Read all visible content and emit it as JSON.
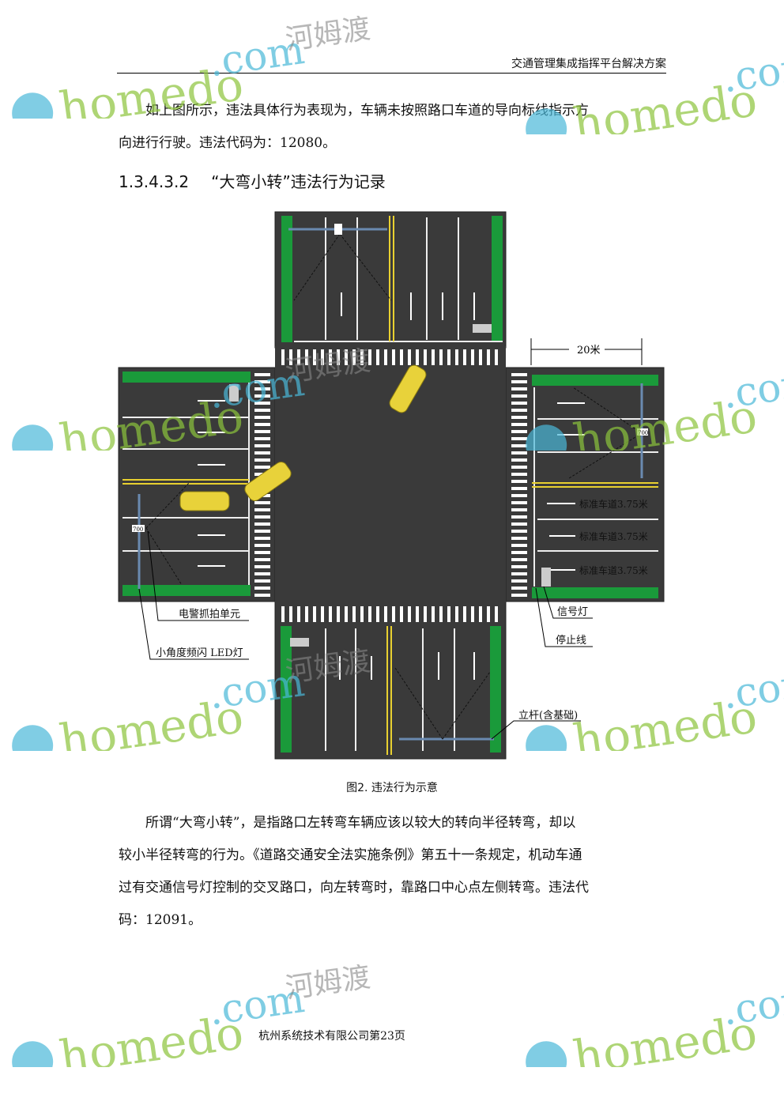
{
  "header": {
    "title": "交通管理集成指挥平台解决方案"
  },
  "para1": {
    "line1": "　　如上图所示，违法具体行为表现为，车辆未按照路口车道的导向标线指示方",
    "line2": "向进行行驶。违法代码为：12080。"
  },
  "section": {
    "number": "1.3.4.3.2",
    "title": "“大弯小转”违法行为记录"
  },
  "diagram": {
    "distance_label": "20米",
    "lane_labels": [
      "标准车道3.75米",
      "标准车道3.75米",
      "标准车道3.75米"
    ],
    "callouts": {
      "signal_light": "信号灯",
      "stop_line": "停止线",
      "camera_unit": "电警抓拍单元",
      "led_light": "小角度频闪 LED灯",
      "pole": "立杆(含基础)"
    },
    "sign_text": "700"
  },
  "caption": "图2. 违法行为示意",
  "para2": {
    "line1": "　　所谓“大弯小转”，是指路口左转弯车辆应该以较大的转向半径转弯，却以",
    "line2": "较小半径转弯的行为。《道路交通安全法实施条例》第五十一条规定，机动车通",
    "line3": "过有交通信号灯控制的交叉路口，向左转弯时，靠路口中心点左侧转弯。违法代",
    "line4": "码：12091。"
  },
  "footer": {
    "text": "杭州系统技术有限公司第23页"
  },
  "watermark": {
    "text": "homedo.com",
    "cn": "河姆渡"
  },
  "colors": {
    "road": "#3a3a3a",
    "green": "#1a9a3a",
    "yellow": "#e8d030",
    "car": "#e8d23a"
  }
}
